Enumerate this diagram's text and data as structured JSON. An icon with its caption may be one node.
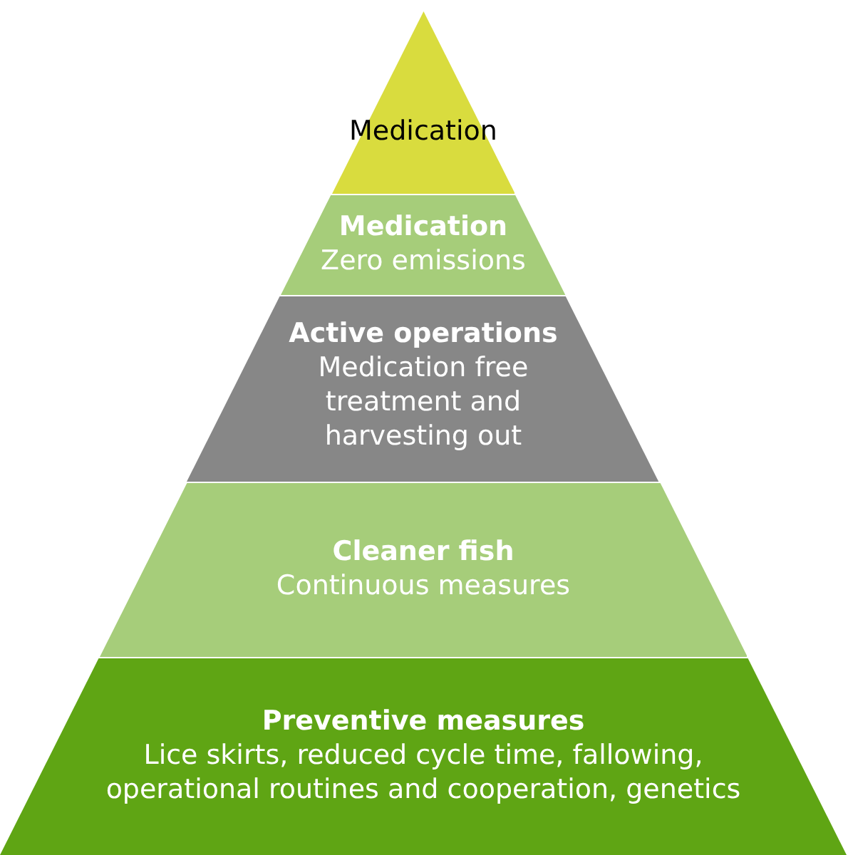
{
  "diagram": {
    "nodes": [
      {
        "text": [
          "Medication"
        ]
      },
      {
        "text": [
          "Medication",
          "Zero emissions"
        ]
      },
      {
        "text": [
          "Active operations",
          "Medication free treatment and harvesting out"
        ]
      },
      {
        "text": [
          "Cleaner fish",
          "Continuous measures"
        ]
      },
      {
        "text": [
          "Preventive measures",
          "Lice skirts, reduced cycle time, fallowing, operational routines and cooperation, genetics"
        ]
      }
    ]
  }
}
